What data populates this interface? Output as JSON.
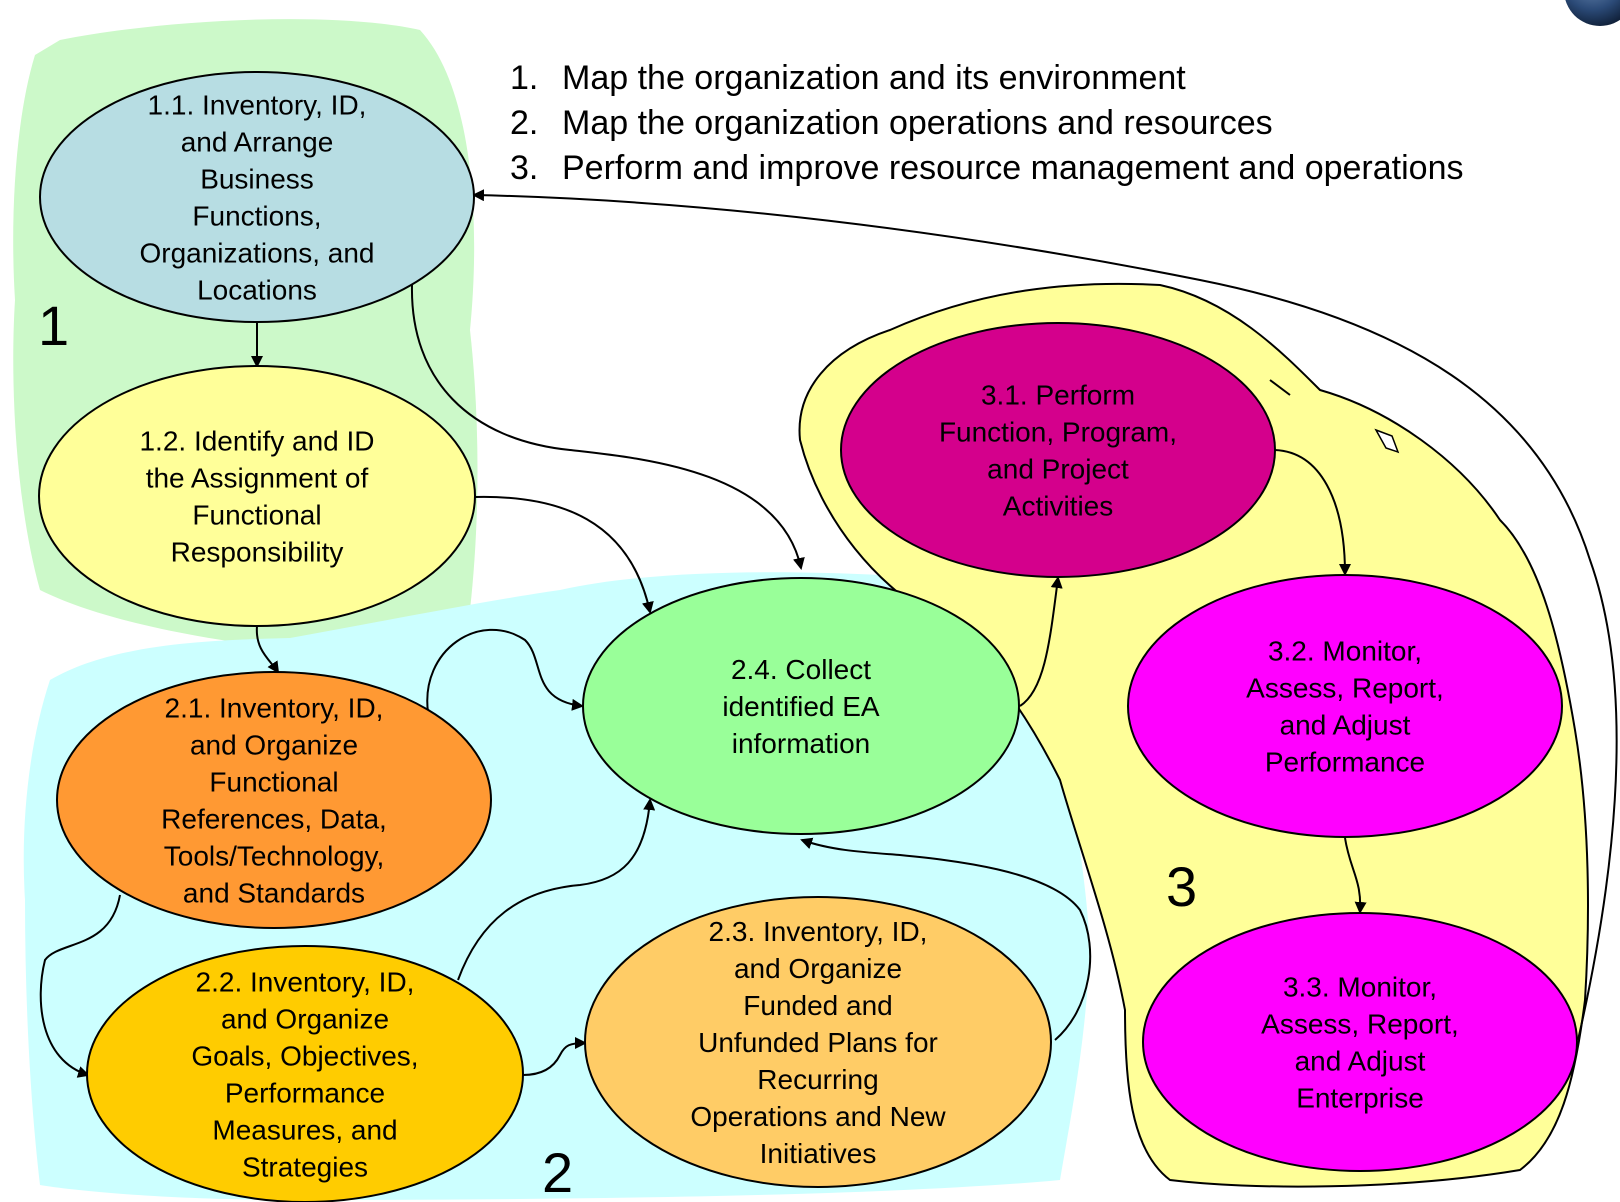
{
  "legend": [
    {
      "num": "1.",
      "text": "Map the organization and its environment"
    },
    {
      "num": "2.",
      "text": "Map the organization operations and resources"
    },
    {
      "num": "3.",
      "text": "Perform and improve resource management and operations"
    }
  ],
  "regions": [
    {
      "id": "r1",
      "label": "1",
      "color": "#ccf9c9"
    },
    {
      "id": "r2",
      "label": "2",
      "color": "#ccffff"
    },
    {
      "id": "r3",
      "label": "3",
      "color": "#ffff99"
    }
  ],
  "nodes": [
    {
      "id": "n1_1",
      "color": "#b7dde3",
      "lines": [
        "1.1. Inventory, ID,",
        "and Arrange",
        "Business",
        "Functions,",
        "Organizations, and",
        "Locations"
      ]
    },
    {
      "id": "n1_2",
      "color": "#ffff99",
      "lines": [
        "1.2. Identify and ID",
        "the Assignment of",
        "Functional",
        "Responsibility"
      ]
    },
    {
      "id": "n2_1",
      "color": "#ff9933",
      "lines": [
        "2.1. Inventory, ID,",
        "and Organize",
        "Functional",
        "References, Data,",
        "Tools/Technology,",
        "and Standards"
      ]
    },
    {
      "id": "n2_2",
      "color": "#ffcc00",
      "lines": [
        "2.2. Inventory, ID,",
        "and Organize",
        "Goals, Objectives,",
        "Performance",
        "Measures, and",
        "Strategies"
      ]
    },
    {
      "id": "n2_3",
      "color": "#ffcc66",
      "lines": [
        "2.3. Inventory, ID,",
        "and Organize",
        "Funded and",
        "Unfunded Plans for",
        "Recurring",
        "Operations and New",
        "Initiatives"
      ]
    },
    {
      "id": "n2_4",
      "color": "#99ff99",
      "lines": [
        "2.4. Collect",
        "identified EA",
        "information"
      ]
    },
    {
      "id": "n3_1",
      "color": "#d4008c",
      "lines": [
        "3.1. Perform",
        "Function, Program,",
        "and Project",
        "Activities"
      ]
    },
    {
      "id": "n3_2",
      "color": "#ff00ff",
      "lines": [
        "3.2. Monitor,",
        "Assess, Report,",
        "and Adjust",
        "Performance"
      ]
    },
    {
      "id": "n3_3",
      "color": "#ff00ff",
      "lines": [
        "3.3. Monitor,",
        "Assess, Report,",
        "and Adjust",
        "Enterprise"
      ]
    }
  ]
}
